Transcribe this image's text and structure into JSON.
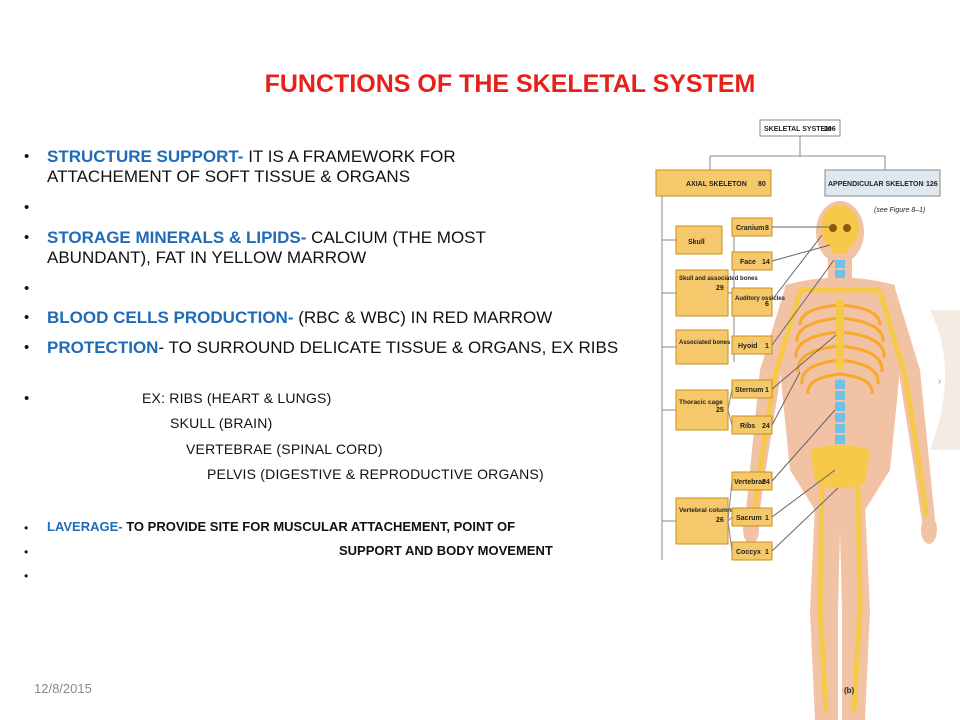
{
  "title": "FUNCTIONS OF THE SKELETAL SYSTEM",
  "bullets": {
    "b1_label": "STRUCTURE SUPPORT-",
    "b1_text": " IT IS A FRAMEWORK FOR ATTACHEMENT OF SOFT TISSUE & ORGANS",
    "b2_label": "STORAGE MINERALS & LIPIDS-",
    "b2_text": " CALCIUM (THE MOST ABUNDANT), FAT IN YELLOW MARROW",
    "b3_label": "BLOOD CELLS PRODUCTION-",
    "b3_text": " (RBC & WBC) IN RED MARROW",
    "b4_label": "PROTECTION",
    "b4_text": "- TO SURROUND DELICATE TISSUE & ORGANS, EX RIBS",
    "ex1": "EX: RIBS (HEART & LUNGS)",
    "ex2": "SKULL (BRAIN)",
    "ex3": "VERTEBRAE (SPINAL CORD)",
    "ex4": "PELVIS (DIGESTIVE & REPRODUCTIVE ORGANS)",
    "b5_label": "LAVERAGE-",
    "b5_text": " TO PROVIDE SITE FOR MUSCULAR ATTACHEMENT, POINT OF",
    "b6_text": "SUPPORT AND BODY MOVEMENT"
  },
  "date": "12/8/2015",
  "diagram": {
    "root": "SKELETAL SYSTEM",
    "root_count": "206",
    "axial": "AXIAL SKELETON",
    "axial_count": "80",
    "appendicular": "APPENDICULAR SKELETON",
    "appendicular_count": "126",
    "see_figure": "(see Figure 8–1)",
    "groups": [
      {
        "name": "Skull"
      },
      {
        "name": "Skull and associated bones",
        "count": "29"
      },
      {
        "name": "Associated bones"
      },
      {
        "name": "Thoracic cage",
        "count": "25"
      },
      {
        "name": "Vertebral column",
        "count": "26"
      }
    ],
    "parts": [
      {
        "name": "Cranium",
        "count": "8"
      },
      {
        "name": "Face",
        "count": "14"
      },
      {
        "name": "Auditory ossicles",
        "count": "6"
      },
      {
        "name": "Hyoid",
        "count": "1"
      },
      {
        "name": "Sternum",
        "count": "1"
      },
      {
        "name": "Ribs",
        "count": "24"
      },
      {
        "name": "Vertebrae",
        "count": "24"
      },
      {
        "name": "Sacrum",
        "count": "1"
      },
      {
        "name": "Coccyx",
        "count": "1"
      }
    ],
    "figure_label": "(b)"
  },
  "colors": {
    "title": "#e8201b",
    "label_blue": "#1f6bb8",
    "box_fill": "#f5c96b",
    "box_stroke": "#c98f1e",
    "skin": "#f2c2a4",
    "bone": "#f7c948",
    "spine": "#6ec3e8"
  }
}
